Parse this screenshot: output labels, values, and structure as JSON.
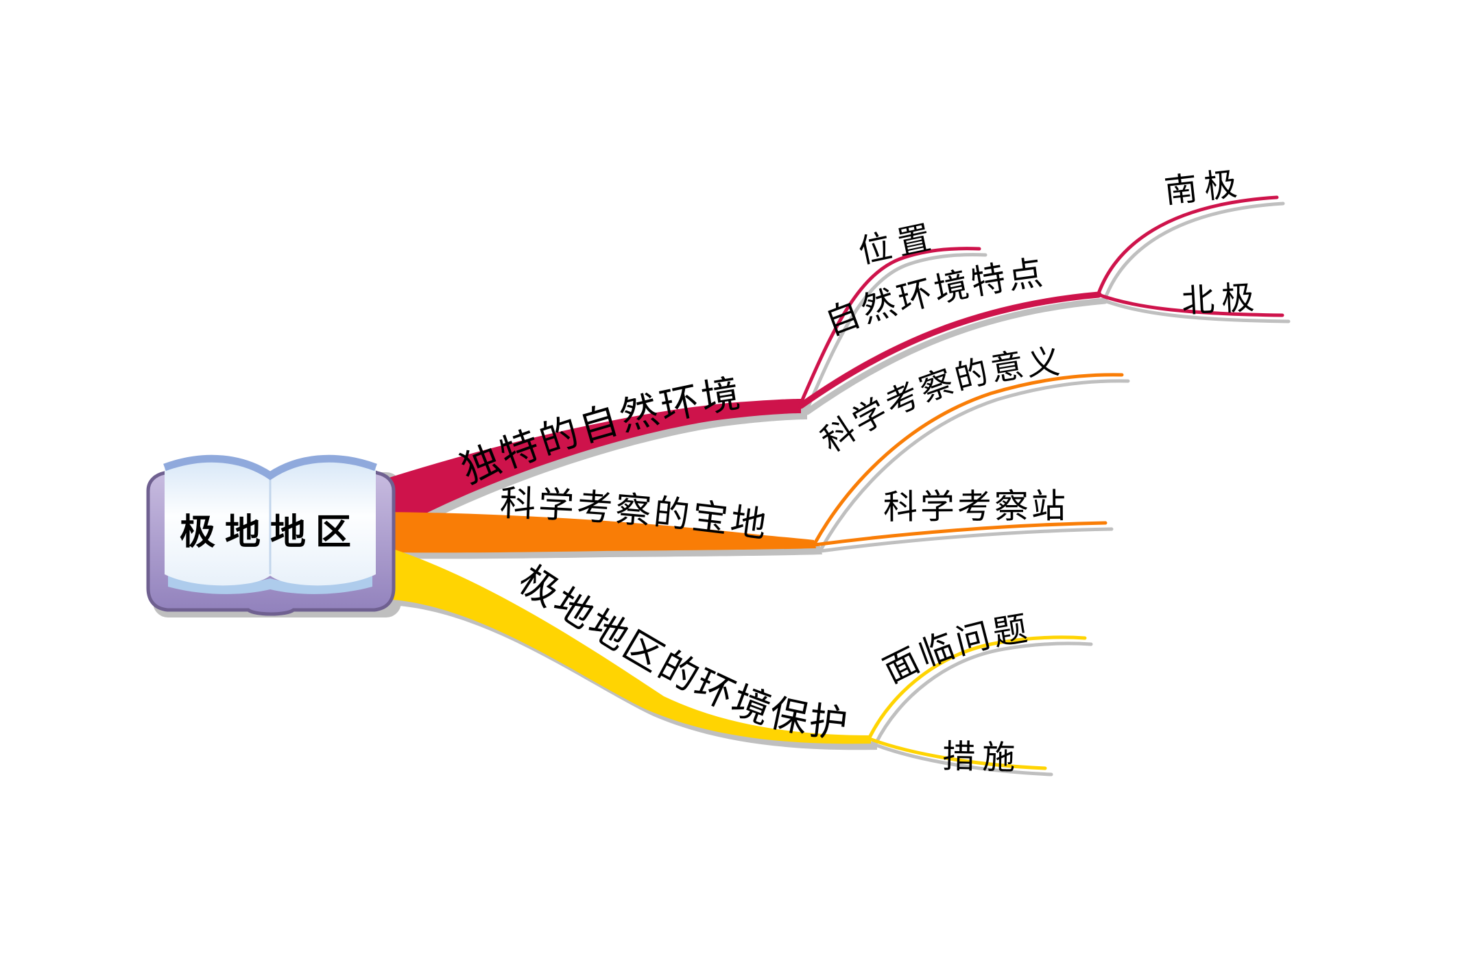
{
  "background": "#FFFFFF",
  "colors": {
    "shadow": "#BFBFBF",
    "text": "#000000",
    "book_outline": "#6F6090",
    "book_cover_light": "#CBBFE2",
    "book_cover_dark": "#9181BC",
    "page_top_edge": "#8FA9DC",
    "page_stack_edge": "#AECCEC",
    "page_fill_top": "#D7E7F7",
    "page_fill_mid": "#FDFEFF",
    "page_fill_bottom": "#E8F1FA",
    "page_crease": "#C3D6EC"
  },
  "root": {
    "label": "极地地区",
    "icon": "open-book"
  },
  "branches": [
    {
      "label": "独特的自然环境",
      "color": "#CE134B",
      "children": [
        {
          "label": "位置",
          "children": []
        },
        {
          "label": "自然环境特点",
          "children": [
            {
              "label": "南极",
              "children": []
            },
            {
              "label": "北极",
              "children": []
            }
          ]
        }
      ]
    },
    {
      "label": "科学考察的宝地",
      "color": "#F97D06",
      "children": [
        {
          "label": "科学考察的意义",
          "children": []
        },
        {
          "label": "科学考察站",
          "children": []
        }
      ]
    },
    {
      "label": "极地地区的环境保护",
      "color": "#FFD402",
      "children": [
        {
          "label": "面临问题",
          "children": []
        },
        {
          "label": "措施",
          "children": []
        }
      ]
    }
  ]
}
